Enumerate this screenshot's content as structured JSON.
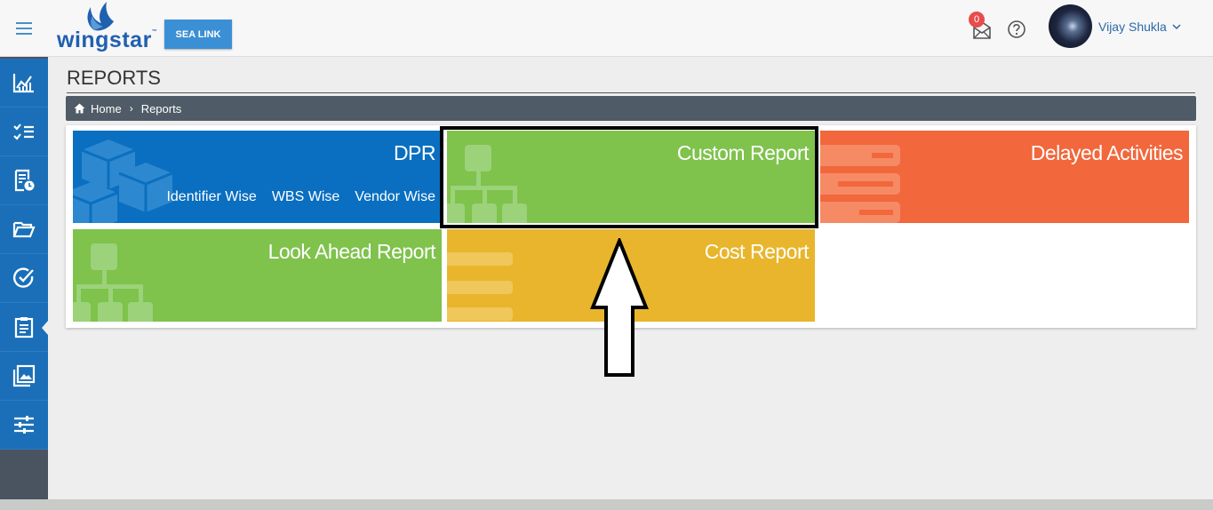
{
  "header": {
    "logo_text": "wingstar",
    "logo_tm": "™",
    "project_button": "SEA LINK",
    "notification_count": "0",
    "user_name": "Vijay Shukla"
  },
  "sidebar": {
    "items": [
      {
        "icon": "analytics-chart-icon",
        "active": false
      },
      {
        "icon": "task-checklist-icon",
        "active": false
      },
      {
        "icon": "report-clock-icon",
        "active": false
      },
      {
        "icon": "folder-open-icon",
        "active": false
      },
      {
        "icon": "check-circle-icon",
        "active": false
      },
      {
        "icon": "clipboard-icon",
        "active": true
      },
      {
        "icon": "gallery-icon",
        "active": false
      },
      {
        "icon": "sliders-icon",
        "active": false
      }
    ]
  },
  "page": {
    "title": "REPORTS",
    "breadcrumb": [
      "Home",
      "Reports"
    ]
  },
  "tiles": {
    "dpr": {
      "title": "DPR",
      "links": [
        "Identifier Wise",
        "WBS Wise",
        "Vendor Wise"
      ],
      "color": "#0a6fc0"
    },
    "custom_report": {
      "title": "Custom Report",
      "color": "#7fc24c"
    },
    "delayed_activities": {
      "title": "Delayed Activities",
      "color": "#f2673b"
    },
    "look_ahead_report": {
      "title": "Look Ahead Report",
      "color": "#7fc24c"
    },
    "cost_report": {
      "title": "Cost Report",
      "color": "#e8b52c"
    }
  }
}
